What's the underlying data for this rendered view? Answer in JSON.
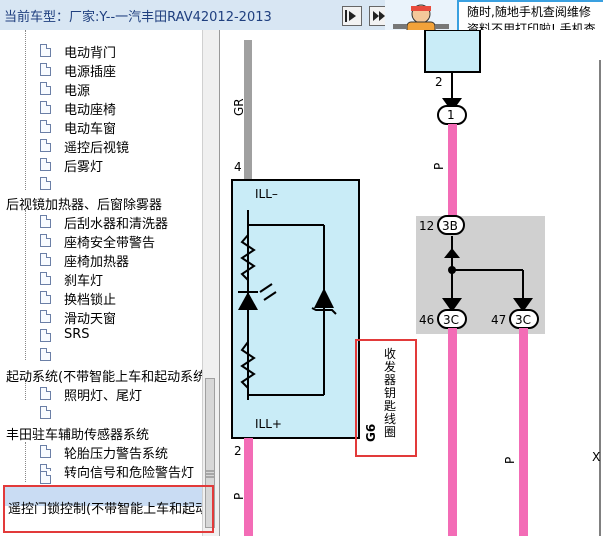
{
  "header": {
    "title": "当前车型：厂家:Y--一汽丰田RAV42012-2013",
    "ad_line1": "随时,随地手机查阅维修",
    "ad_line2": "资料不用打印啦! 手机查"
  },
  "sidebar": {
    "items": [
      {
        "label": "电动背门"
      },
      {
        "label": "电源插座"
      },
      {
        "label": "电源"
      },
      {
        "label": "电动座椅"
      },
      {
        "label": "电动车窗"
      },
      {
        "label": "遥控后视镜"
      },
      {
        "label": "后雾灯"
      },
      {
        "label": ""
      },
      {
        "label": "后视镜加热器、后窗除雾器"
      },
      {
        "label": "后刮水器和清洗器"
      },
      {
        "label": "座椅安全带警告"
      },
      {
        "label": "座椅加热器"
      },
      {
        "label": "刹车灯"
      },
      {
        "label": "换档锁止"
      },
      {
        "label": "滑动天窗"
      },
      {
        "label": "SRS"
      },
      {
        "label": ""
      },
      {
        "label": "起动系统(不带智能上车和起动系统"
      },
      {
        "label": "照明灯、尾灯"
      },
      {
        "label": ""
      },
      {
        "label": "丰田驻车辅助传感器系统"
      },
      {
        "label": "轮胎压力警告系统"
      },
      {
        "label": "转向信号和危险警告灯"
      },
      {
        "label": ""
      },
      {
        "label": "遥控门锁控制(不带智能上车和起动"
      }
    ]
  },
  "diagram": {
    "wire_gr": "GR",
    "wire_p1": "P",
    "wire_p2": "P",
    "wire_p3": "P",
    "pin_2_top": "2",
    "connector_1": "1",
    "pin_4": "4",
    "ill_minus": "ILL–",
    "ill_plus": "ILL+",
    "pin_2_bottom": "2",
    "pin_12": "12",
    "conn_3b": "3B",
    "pin_46": "46",
    "conn_3c_left": "3C",
    "pin_47": "47",
    "conn_3c_right": "3C",
    "component_code": "G6",
    "component_name": "收发器钥匙线圈",
    "right_edge_x": "X"
  },
  "colors": {
    "pink_wire": "#f36cb6",
    "gray_wire": "#a0a0a0",
    "component_fill": "#c9ecf7",
    "junction_fill": "#d0d0d0",
    "highlight_red": "#e23a3a"
  }
}
